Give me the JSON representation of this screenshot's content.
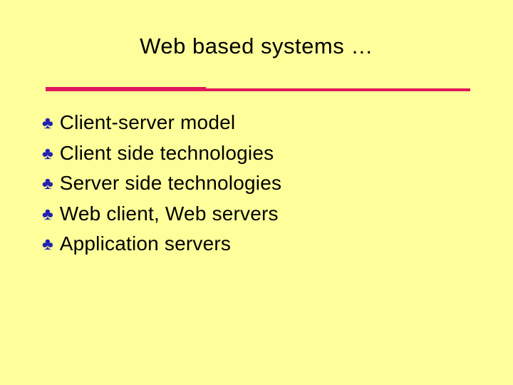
{
  "slide": {
    "title": "Web based systems …",
    "bullet_glyph": "♣",
    "bullets": [
      "Client-server model",
      "Client side technologies",
      "Server side technologies",
      "Web client, Web servers",
      "Application servers"
    ],
    "colors": {
      "background": "#FEFE9B",
      "title_text": "#000000",
      "body_text": "#000000",
      "divider_line": "#E0185C",
      "bullet": "#2222B2"
    }
  }
}
